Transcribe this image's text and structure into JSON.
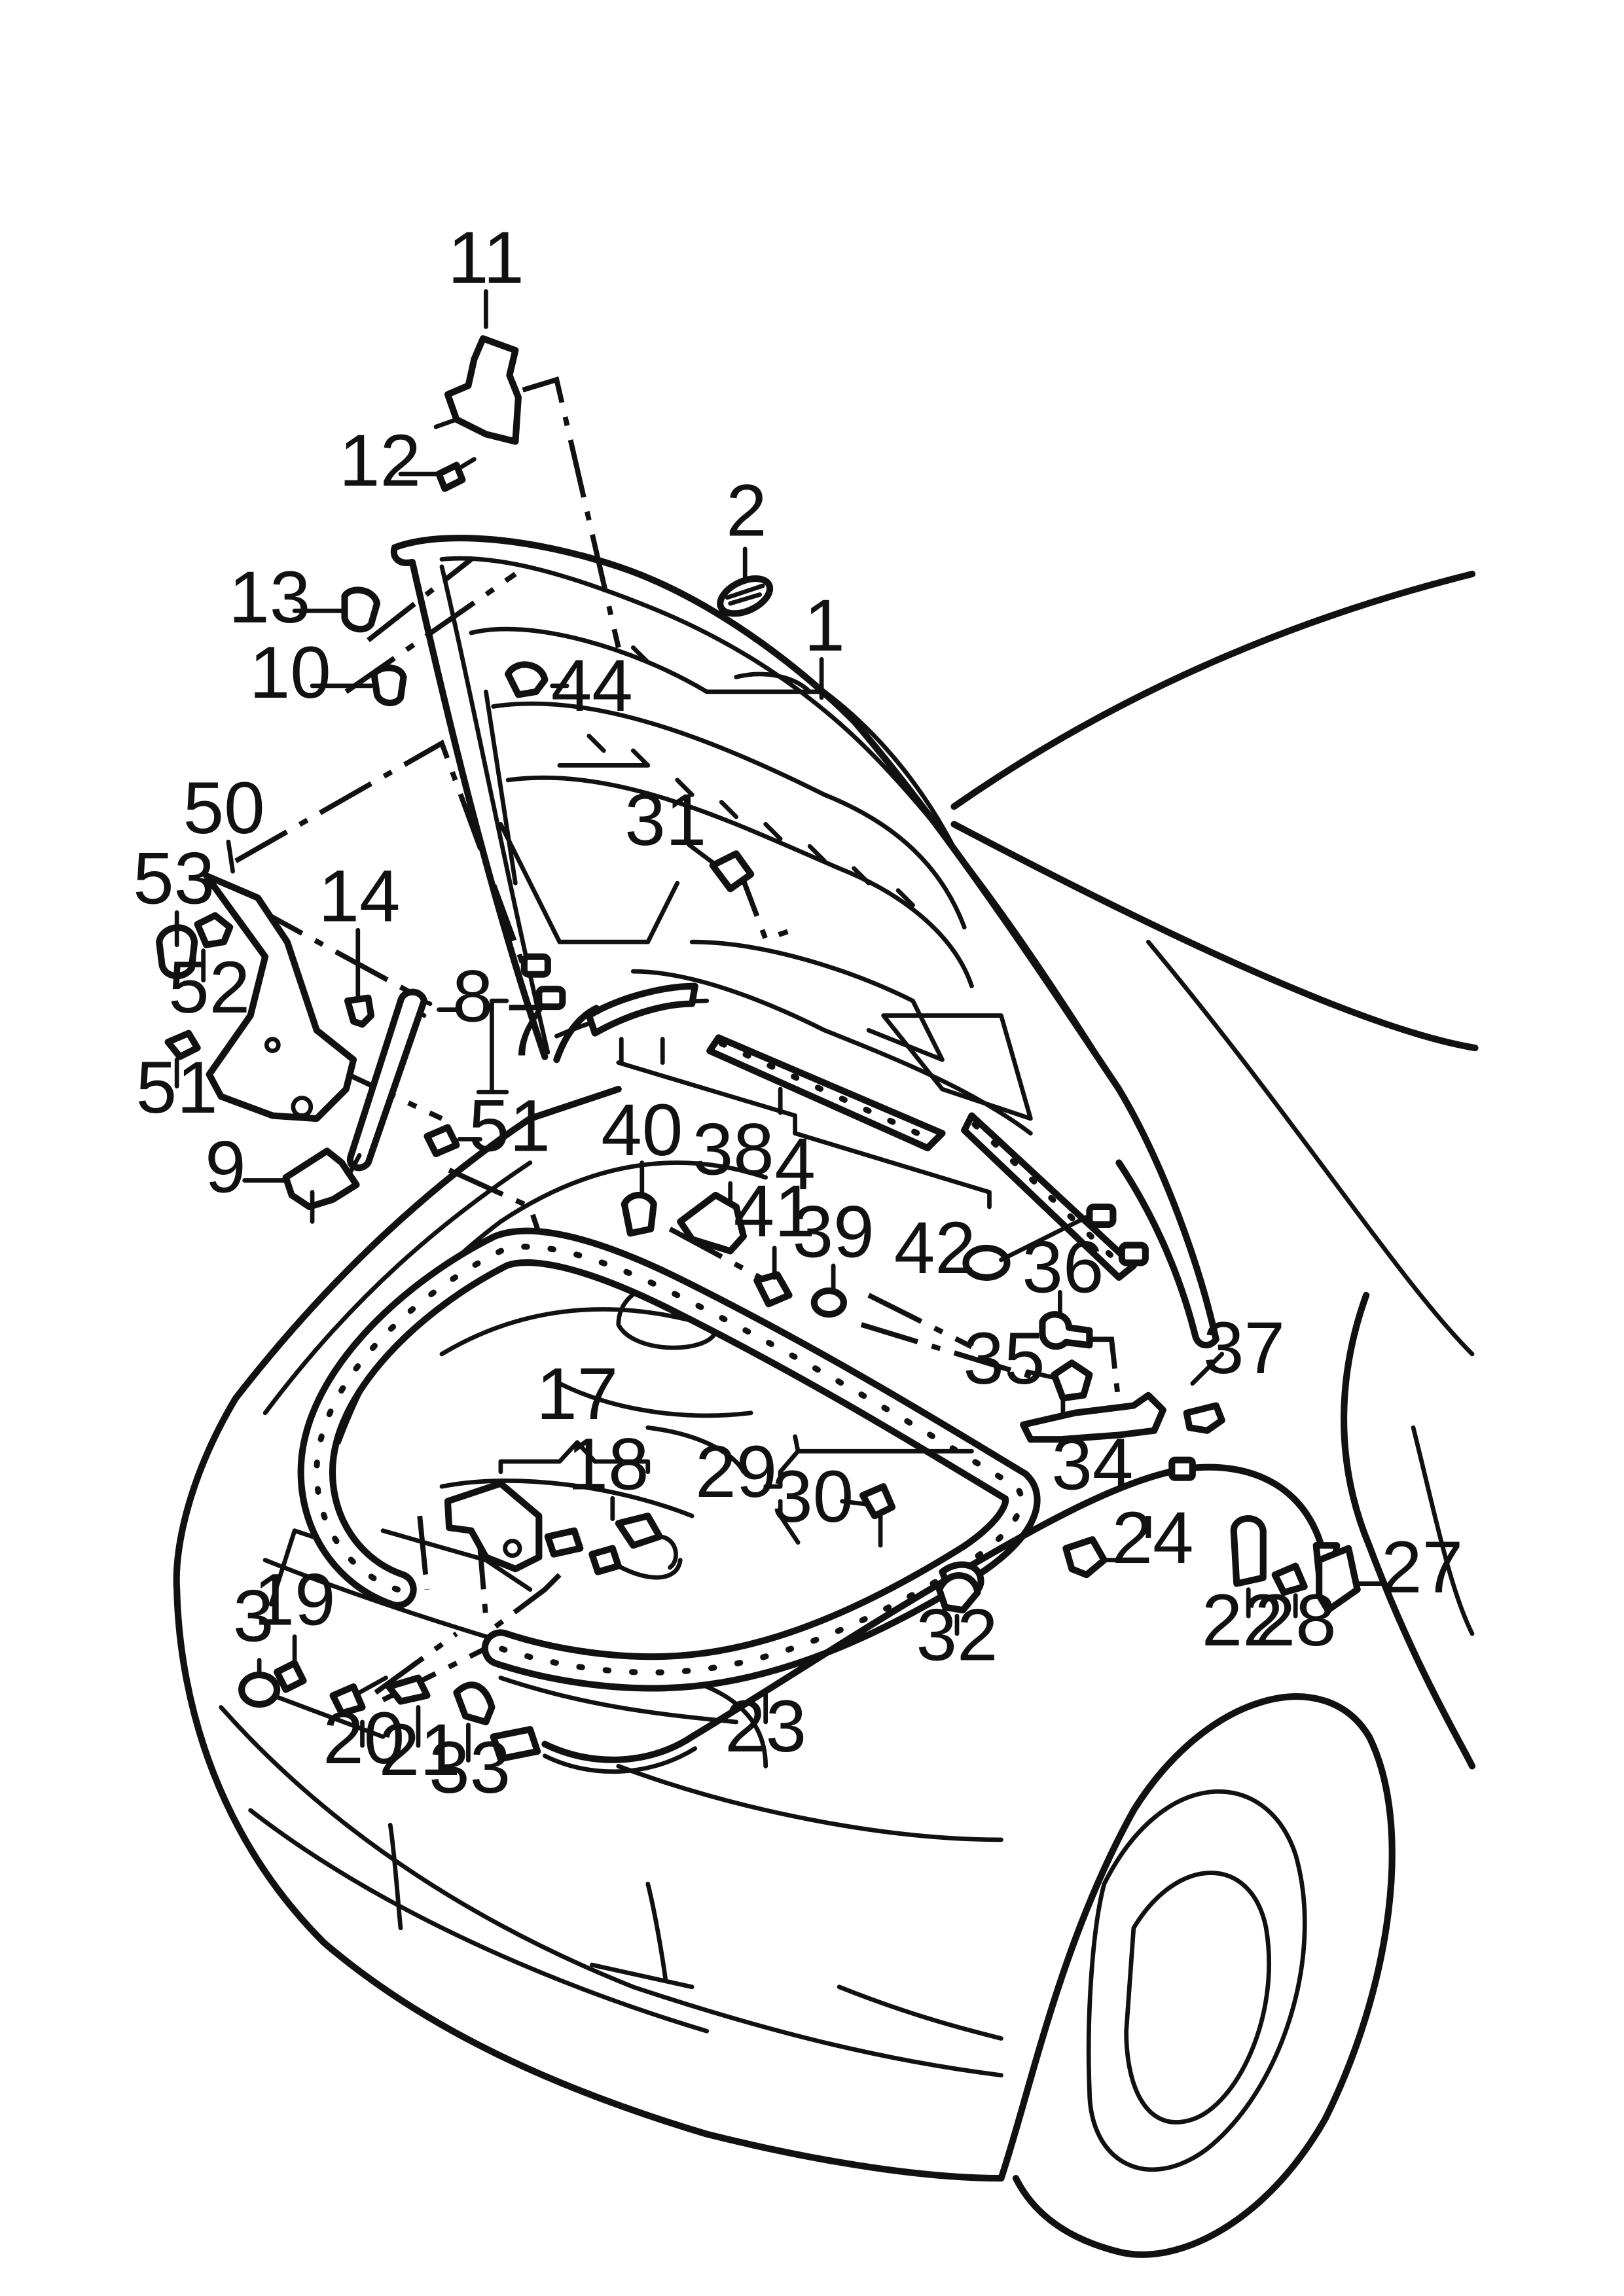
{
  "labels": [
    {
      "id": "1",
      "text": "1"
    },
    {
      "id": "2",
      "text": "2"
    },
    {
      "id": "3",
      "text": "3"
    },
    {
      "id": "4",
      "text": "4"
    },
    {
      "id": "7",
      "text": "7"
    },
    {
      "id": "8",
      "text": "8"
    },
    {
      "id": "9",
      "text": "9"
    },
    {
      "id": "10",
      "text": "10"
    },
    {
      "id": "11",
      "text": "11"
    },
    {
      "id": "12",
      "text": "12"
    },
    {
      "id": "13",
      "text": "13"
    },
    {
      "id": "14",
      "text": "14"
    },
    {
      "id": "17",
      "text": "17"
    },
    {
      "id": "18",
      "text": "18"
    },
    {
      "id": "19",
      "text": "19"
    },
    {
      "id": "20",
      "text": "20"
    },
    {
      "id": "21",
      "text": "21"
    },
    {
      "id": "22",
      "text": "22"
    },
    {
      "id": "23",
      "text": "23"
    },
    {
      "id": "24",
      "text": "24"
    },
    {
      "id": "27",
      "text": "27"
    },
    {
      "id": "28",
      "text": "28"
    },
    {
      "id": "29",
      "text": "29"
    },
    {
      "id": "30",
      "text": "30"
    },
    {
      "id": "31",
      "text": "31"
    },
    {
      "id": "32",
      "text": "32"
    },
    {
      "id": "33",
      "text": "33"
    },
    {
      "id": "34",
      "text": "34"
    },
    {
      "id": "35",
      "text": "35"
    },
    {
      "id": "36",
      "text": "36"
    },
    {
      "id": "37",
      "text": "37"
    },
    {
      "id": "38",
      "text": "38"
    },
    {
      "id": "39",
      "text": "39"
    },
    {
      "id": "40",
      "text": "40"
    },
    {
      "id": "41",
      "text": "41"
    },
    {
      "id": "42",
      "text": "42"
    },
    {
      "id": "44",
      "text": "44"
    },
    {
      "id": "50",
      "text": "50"
    },
    {
      "id": "51a",
      "text": "51"
    },
    {
      "id": "51b",
      "text": "51"
    },
    {
      "id": "52",
      "text": "52"
    },
    {
      "id": "53",
      "text": "53"
    }
  ]
}
